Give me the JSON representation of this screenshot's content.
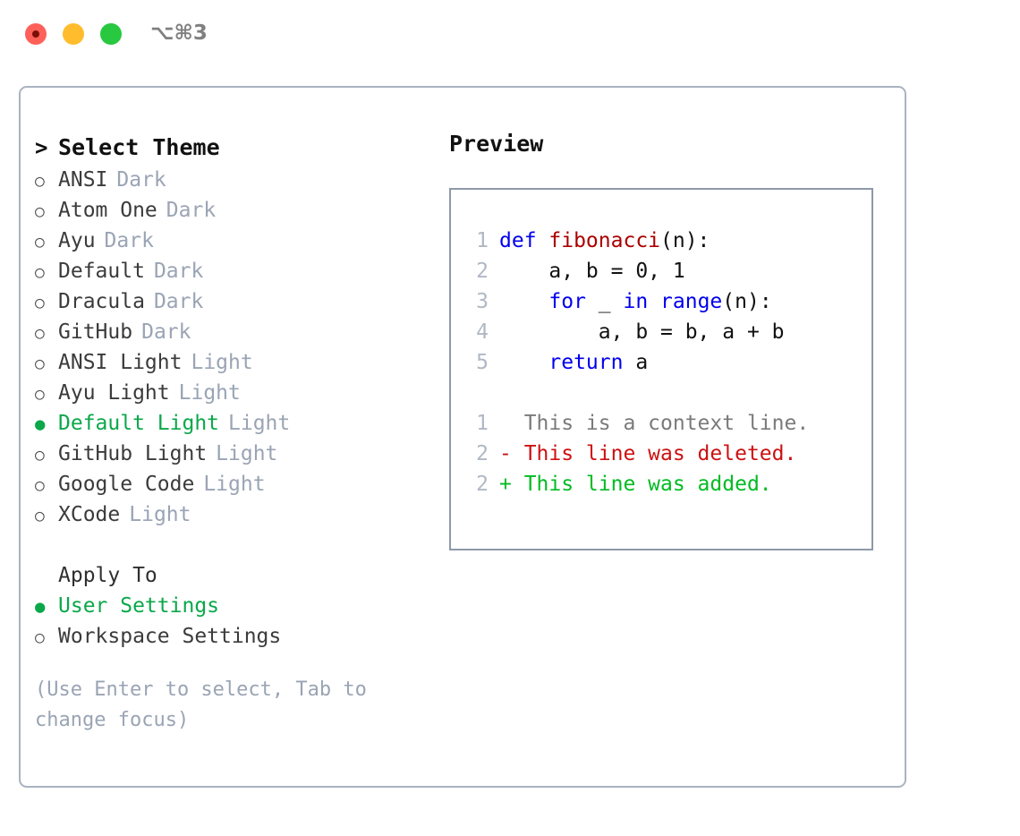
{
  "titlebar": {
    "shortcut": "⌥⌘3",
    "buttons": [
      {
        "name": "close",
        "color": "#ff6059"
      },
      {
        "name": "minimize",
        "color": "#ffbd2e"
      },
      {
        "name": "zoom",
        "color": "#28c840"
      }
    ]
  },
  "theme_picker": {
    "heading": "Select Theme",
    "heading_marker": ">",
    "marker_unselected": "○",
    "marker_selected": "●",
    "items": [
      {
        "name": "ANSI",
        "kind": "Dark",
        "selected": false
      },
      {
        "name": "Atom One",
        "kind": "Dark",
        "selected": false
      },
      {
        "name": "Ayu",
        "kind": "Dark",
        "selected": false
      },
      {
        "name": "Default",
        "kind": "Dark",
        "selected": false
      },
      {
        "name": "Dracula",
        "kind": "Dark",
        "selected": false
      },
      {
        "name": "GitHub",
        "kind": "Dark",
        "selected": false
      },
      {
        "name": "ANSI Light",
        "kind": "Light",
        "selected": false
      },
      {
        "name": "Ayu Light",
        "kind": "Light",
        "selected": false
      },
      {
        "name": "Default Light",
        "kind": "Light",
        "selected": true
      },
      {
        "name": "GitHub Light",
        "kind": "Light",
        "selected": false
      },
      {
        "name": "Google Code",
        "kind": "Light",
        "selected": false
      },
      {
        "name": "XCode",
        "kind": "Light",
        "selected": false
      }
    ]
  },
  "apply_to": {
    "title": "Apply To",
    "options": [
      {
        "label": "User Settings",
        "selected": true
      },
      {
        "label": "Workspace Settings",
        "selected": false
      }
    ]
  },
  "hint": "(Use Enter to select, Tab to change focus)",
  "preview": {
    "title": "Preview",
    "code_lines": [
      {
        "num": "1",
        "tokens": [
          {
            "t": "def ",
            "c": "kw"
          },
          {
            "t": "fibonacci",
            "c": "fn"
          },
          {
            "t": "(n):",
            "c": "pl"
          }
        ]
      },
      {
        "num": "2",
        "tokens": [
          {
            "t": "    a, b = 0, 1",
            "c": "pl"
          }
        ]
      },
      {
        "num": "3",
        "tokens": [
          {
            "t": "    ",
            "c": "pl"
          },
          {
            "t": "for",
            "c": "kw"
          },
          {
            "t": " _ ",
            "c": "pl"
          },
          {
            "t": "in",
            "c": "kw"
          },
          {
            "t": " ",
            "c": "pl"
          },
          {
            "t": "range",
            "c": "kw"
          },
          {
            "t": "(n):",
            "c": "pl"
          }
        ]
      },
      {
        "num": "4",
        "tokens": [
          {
            "t": "        a, b = b, a + b",
            "c": "pl"
          }
        ]
      },
      {
        "num": "5",
        "tokens": [
          {
            "t": "    ",
            "c": "pl"
          },
          {
            "t": "return",
            "c": "kw"
          },
          {
            "t": " a",
            "c": "pl"
          }
        ]
      }
    ],
    "diff_lines": [
      {
        "num": "1",
        "sign": " ",
        "text": " This is a context line.",
        "kind": "ctx"
      },
      {
        "num": "2",
        "sign": "-",
        "text": " This line was deleted.",
        "kind": "del"
      },
      {
        "num": "2",
        "sign": "+",
        "text": " This line was added.",
        "kind": "add"
      }
    ]
  },
  "colors": {
    "accent_green": "#0aa84a",
    "muted": "#9aa4b4",
    "keyword": "#0000ee",
    "function": "#aa0000",
    "diff_deleted": "#cc1111",
    "diff_added": "#00bb22",
    "border": "#aab3c0"
  }
}
